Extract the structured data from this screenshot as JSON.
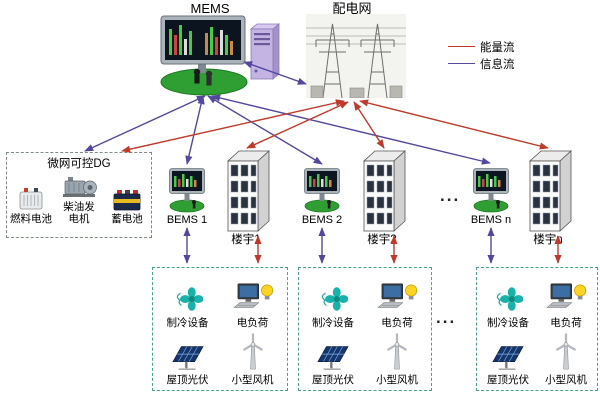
{
  "colors": {
    "energy": "#c03a2b",
    "info": "#52489e"
  },
  "top": {
    "mems": "MEMS",
    "grid": "配电网"
  },
  "legend": {
    "energy": "能量流",
    "info": "信息流"
  },
  "dg": {
    "title": "微网可控DG",
    "fuel_cell": "燃料电池",
    "diesel": "柴油发电机",
    "battery": "蓄电池"
  },
  "groups": [
    {
      "bems": "BEMS 1",
      "building": "楼宇1"
    },
    {
      "bems": "BEMS 2",
      "building": "楼宇2"
    },
    {
      "bems": "BEMS n",
      "building": "楼宇n"
    }
  ],
  "loads": {
    "cooling": "制冷设备",
    "electric": "电负荷",
    "pv": "屋顶光伏",
    "wind": "小型风机"
  },
  "ellipsis_mid": "...",
  "ellipsis_bottom": "..."
}
